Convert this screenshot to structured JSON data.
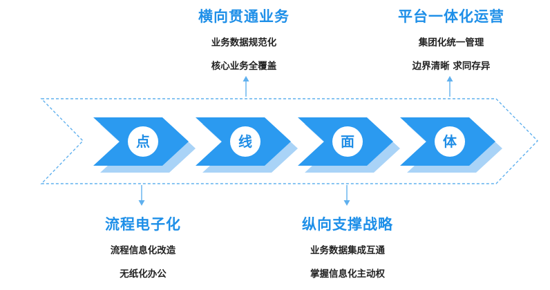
{
  "stages": [
    "点",
    "线",
    "面",
    "体"
  ],
  "top_blocks": [
    {
      "title": "横向贯通业务",
      "lines": [
        "业务数据规范化",
        "核心业务全覆盖"
      ]
    },
    {
      "title": "平台一体化运营",
      "lines": [
        "集团化统一管理",
        "边界清晰 求同存异"
      ]
    }
  ],
  "bottom_blocks": [
    {
      "title": "流程电子化",
      "lines": [
        "流程信息化改造",
        "无纸化办公"
      ]
    },
    {
      "title": "纵向支撑战略",
      "lines": [
        "业务数据集成互通",
        "掌握信息化主动权"
      ]
    }
  ],
  "colors": {
    "accent": "#1e8fe8",
    "chevron": "#2b9af0",
    "chevron_shadow": "#a9d3f7",
    "dashed": "#5fb0ee",
    "text": "#222222"
  }
}
